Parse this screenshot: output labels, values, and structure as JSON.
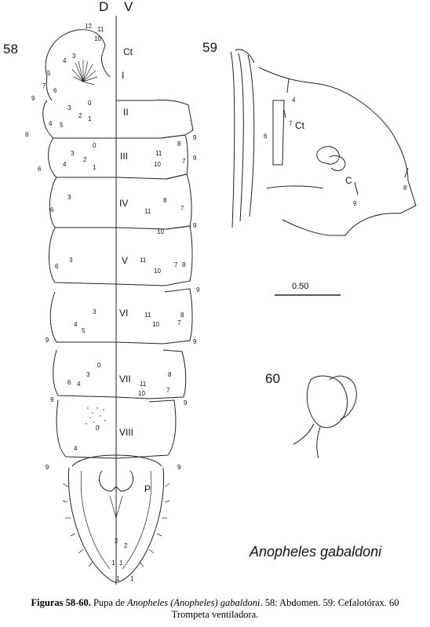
{
  "figure": {
    "header_dorsal": "D",
    "header_ventral": "V",
    "fig_numbers": {
      "f58": "58",
      "f59": "59",
      "f60": "60"
    },
    "segments": [
      "Ct",
      "I",
      "II",
      "III",
      "IV",
      "V",
      "VI",
      "VII",
      "VIII",
      "P"
    ],
    "fig59_labels": {
      "ct": "Ct",
      "c": "C"
    },
    "setae_numbers": [
      "1",
      "2",
      "3",
      "4",
      "5",
      "6",
      "7",
      "8",
      "9",
      "10",
      "11",
      "12",
      "0"
    ],
    "scale_label": "0.50",
    "species": "Anopheles gabaldoni"
  },
  "caption": {
    "bold": "Figuras 58-60.",
    "text_1": " Pupa de ",
    "italic_1": "Anopheles (Anopheles) gabaldoni",
    "text_2": ". 58: Abdomen. 59: Cefalotórax. 60",
    "line_2": "Trompeta ventiladora."
  }
}
